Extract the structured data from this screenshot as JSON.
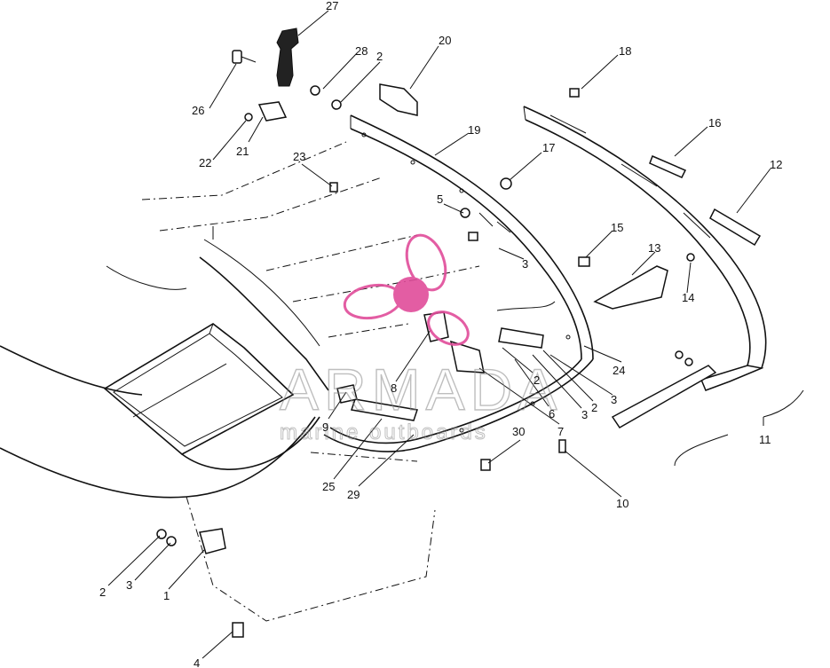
{
  "diagram": {
    "callouts": [
      "27",
      "28",
      "2",
      "26",
      "20",
      "18",
      "22",
      "21",
      "19",
      "23",
      "17",
      "16",
      "12",
      "5",
      "15",
      "13",
      "14",
      "3",
      "8",
      "24",
      "9",
      "2",
      "6",
      "3",
      "2",
      "30",
      "7",
      "3",
      "25",
      "29",
      "10",
      "11",
      "2",
      "3",
      "1",
      "4"
    ]
  },
  "watermark": {
    "title": "ARMADA",
    "subtitle": "marine outboards",
    "accent_color": "#e04c9a"
  }
}
